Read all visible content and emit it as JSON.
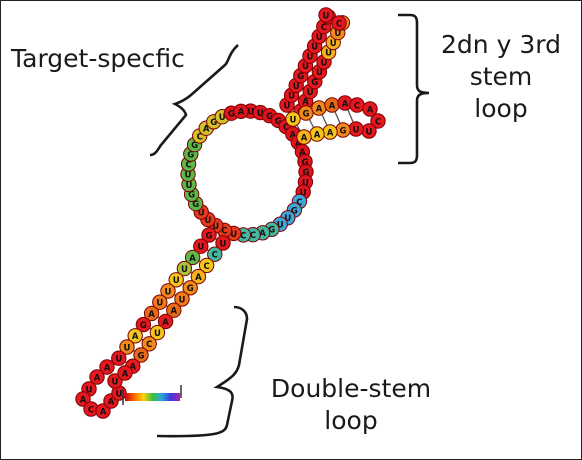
{
  "figure": {
    "labels": {
      "target_specific": "Target-specfic",
      "stem_loop_line1": "2dn y 3rd",
      "stem_loop_line2": "stem",
      "stem_loop_line3": "loop",
      "double_stem_line1": "Double-stem",
      "double_stem_line2": "loop"
    },
    "colors": {
      "bracket": "#1a1a1a",
      "nucleotide_outline": "#7a0000",
      "scale_gradient": [
        "#c4001a",
        "#ff6a00",
        "#ffd400",
        "#3fbf3f",
        "#2aa6e0",
        "#3b3bd9",
        "#b020b0"
      ]
    },
    "legend": "color-scale-bar",
    "structure": {
      "central_loop_sequence": "UUGGCAAAGGUUCGUUGACCUCUUUGGUUCGGCAGUGA",
      "upper_stem_left": "UUUGUUUUCG",
      "upper_stem_right": "GAUGUUUUUC",
      "right_arm_sequence": "UGAAACACUUGAAA",
      "lower_stem_left": "GUAUUUUAGAUU",
      "lower_stem_right": "UCCAGUAAUCGA",
      "bottom_loop_sequence": "AAUACAAUUA"
    }
  }
}
